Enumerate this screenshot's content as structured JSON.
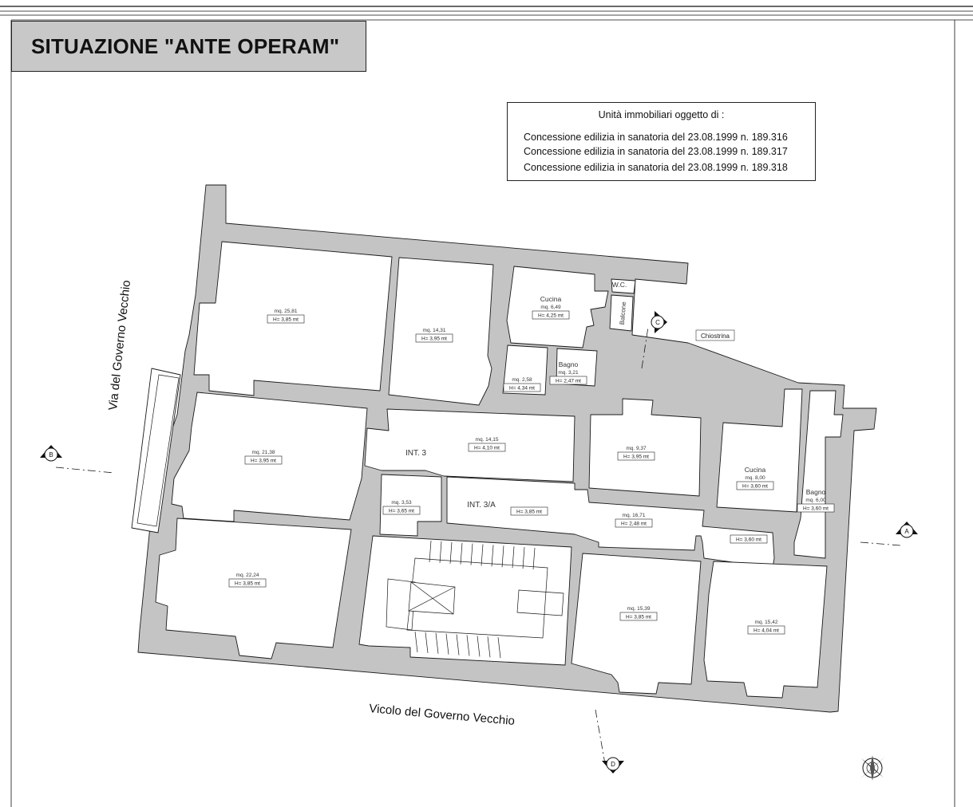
{
  "title": "SITUAZIONE \"ANTE OPERAM\"",
  "info_box": {
    "heading": "Unità immobiliari oggetto di :",
    "lines": [
      "Concessione edilizia in sanatoria del 23.08.1999 n. 189.316",
      "Concessione edilizia in sanatoria del 23.08.1999 n. 189.317",
      "Concessione edilizia in sanatoria del 23.08.1999 n. 189.318"
    ]
  },
  "streets": {
    "west": "Via  del  Governo  Vecchio",
    "south": "Vicolo  del Governo Vecchio"
  },
  "courtyard": "Chiostrina",
  "units": {
    "int3": "INT. 3",
    "int3a": "INT. 3/A"
  },
  "rooms": [
    {
      "area": "mq. 25,81",
      "height": "H= 3,85 mt"
    },
    {
      "area": "mq. 14,31",
      "height": "H= 3,95 mt"
    },
    {
      "name": "Cucina",
      "area": "mq. 6,49",
      "height": "H= 4,25 mt"
    },
    {
      "name": "Balcone"
    },
    {
      "name": "W.C."
    },
    {
      "area": "mq. 2,58",
      "height": "H= 4,34 mt"
    },
    {
      "name": "Bagno",
      "area": "mq. 3,21",
      "height": "H= 2,47 mt"
    },
    {
      "area": "mq. 21,38",
      "height": "H= 3,95 mt"
    },
    {
      "area": "mq. 14,15",
      "height": "H= 4,10 mt"
    },
    {
      "area": "mq. 9,37",
      "height": "H= 3,95 mt"
    },
    {
      "name": "Cucina",
      "area": "mq. 8,00",
      "height": "H= 3,60 mt"
    },
    {
      "name": "Bagno",
      "area": "mq. 6,00",
      "height": "H= 3,60 mt"
    },
    {
      "area": "mq. 3,53",
      "height": "H= 3,65 mt"
    },
    {
      "height": "H= 3,85 mt"
    },
    {
      "area": "mq. 16,71",
      "height": "H= 2,48 mt"
    },
    {
      "height": "H= 3,60 mt"
    },
    {
      "area": "mq. 22,24",
      "height": "H= 3,85 mt"
    },
    {
      "area": "mq. 15,39",
      "height": "H= 3,85 mt"
    },
    {
      "area": "mq. 15,42",
      "height": "H= 4,04 mt"
    }
  ],
  "section_marks": [
    "B",
    "A",
    "C",
    "D"
  ],
  "colors": {
    "wall": "#c4c4c4",
    "wall_stroke": "#1a1a1a",
    "title_bg": "#c8c8c8"
  }
}
